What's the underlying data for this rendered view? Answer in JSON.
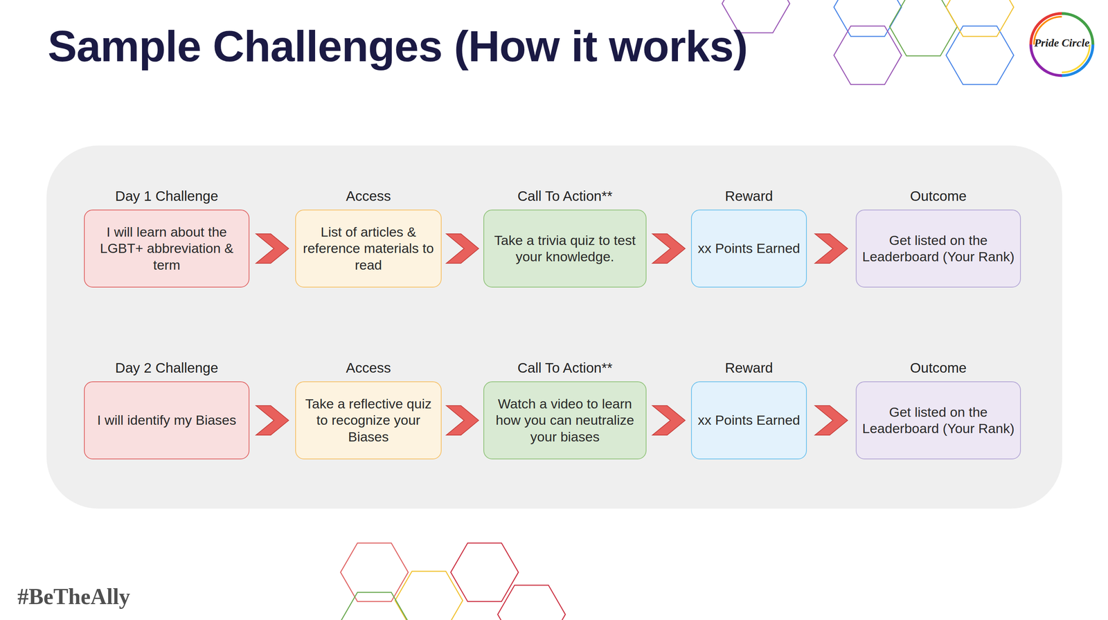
{
  "diagram": {
    "title": "Sample Challenges (How it works)",
    "nodes": [
      {
        "text": [
          "Day 1 Challenge",
          "I will learn about the LGBT+ abbreviation & term"
        ]
      },
      {
        "text": [
          "Access",
          "List of articles & reference materials to read"
        ]
      },
      {
        "text": [
          "Call To Action**",
          "Take a trivia quiz to test your knowledge."
        ]
      },
      {
        "text": [
          "Reward",
          "xx Points Earned"
        ]
      },
      {
        "text": [
          "Outcome",
          "Get listed on the Leaderboard (Your Rank)"
        ]
      },
      {
        "text": [
          "Day 2 Challenge",
          "I will identify my Biases"
        ]
      },
      {
        "text": [
          "Access",
          "Take a reflective quiz to recognize your Biases"
        ]
      },
      {
        "text": [
          "Call To Action**",
          "Watch a video to learn how you can neutralize your biases"
        ]
      },
      {
        "text": [
          "Reward",
          "xx Points Earned"
        ]
      },
      {
        "text": [
          "Outcome",
          "Get listed on the Leaderboard (Your Rank)"
        ]
      }
    ],
    "edges": [
      {
        "from": 0,
        "to": 1,
        "arrow": "to"
      },
      {
        "from": 1,
        "to": 2,
        "arrow": "to"
      },
      {
        "from": 2,
        "to": 3,
        "arrow": "to"
      },
      {
        "from": 3,
        "to": 4,
        "arrow": "to"
      },
      {
        "from": 5,
        "to": 6,
        "arrow": "to"
      },
      {
        "from": 6,
        "to": 7,
        "arrow": "to"
      },
      {
        "from": 7,
        "to": 8,
        "arrow": "to"
      },
      {
        "from": 8,
        "to": 9,
        "arrow": "to"
      }
    ],
    "labels": [
      "Pride Circle",
      "#BeTheAlly"
    ]
  }
}
